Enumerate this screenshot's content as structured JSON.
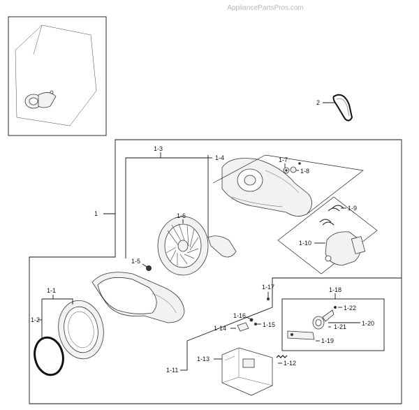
{
  "watermark": "AppliancePartsPros.com",
  "labels": {
    "p1": "1",
    "p2": "2",
    "p1_1": "1-1",
    "p1_2": "1-2",
    "p1_3": "1-3",
    "p1_4": "1-4",
    "p1_5": "1-5",
    "p1_6": "1-6",
    "p1_7": "1-7",
    "p1_8": "1-8",
    "p1_9": "1-9",
    "p1_10": "1-10",
    "p1_11": "1-11",
    "p1_12": "1-12",
    "p1_13": "1-13",
    "p1_14": "1-14",
    "p1_15": "1-15",
    "p1_16": "1-16",
    "p1_17": "1-17",
    "p1_18": "1-18",
    "p1_19": "1-19",
    "p1_20": "1-20",
    "p1_21": "1-21",
    "p1_22": "1-22"
  }
}
